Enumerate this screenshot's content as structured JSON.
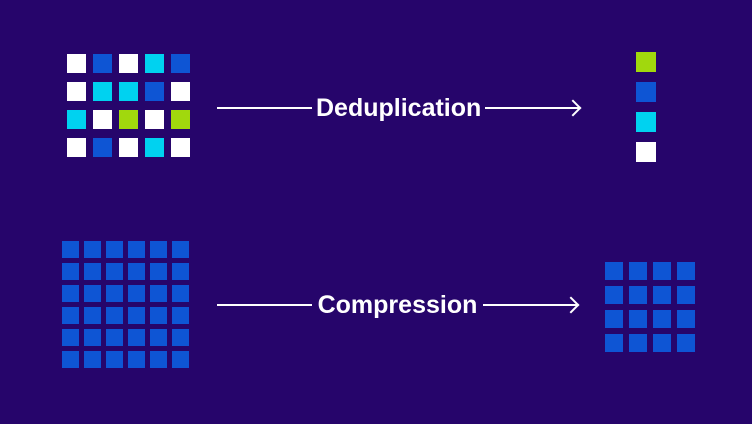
{
  "colors": {
    "background": "#26056B",
    "line_and_text": "#FFFFFF",
    "block_blue": "#0E55D4",
    "block_cyan": "#00D2F0",
    "block_green": "#A1D80D",
    "block_white": "#FFFFFF"
  },
  "palette": {
    "W": {
      "name": "white",
      "hex": "#FFFFFF"
    },
    "B": {
      "name": "blue",
      "hex": "#0E55D4"
    },
    "C": {
      "name": "cyan",
      "hex": "#00D2F0"
    },
    "G": {
      "name": "green",
      "hex": "#A1D80D"
    }
  },
  "flows": [
    {
      "label": "Deduplication",
      "source_grid": {
        "columns": 5,
        "rows": 4,
        "cells": [
          "W",
          "B",
          "W",
          "C",
          "B",
          "W",
          "C",
          "C",
          "B",
          "W",
          "C",
          "W",
          "G",
          "W",
          "G",
          "W",
          "B",
          "W",
          "C",
          "W"
        ]
      },
      "result_grid": {
        "columns": 1,
        "rows": 4,
        "cells": [
          "G",
          "B",
          "C",
          "W"
        ]
      }
    },
    {
      "label": "Compression",
      "source_grid": {
        "columns": 6,
        "rows": 6,
        "cells": [
          "B",
          "B",
          "B",
          "B",
          "B",
          "B",
          "B",
          "B",
          "B",
          "B",
          "B",
          "B",
          "B",
          "B",
          "B",
          "B",
          "B",
          "B",
          "B",
          "B",
          "B",
          "B",
          "B",
          "B",
          "B",
          "B",
          "B",
          "B",
          "B",
          "B",
          "B",
          "B",
          "B",
          "B",
          "B",
          "B"
        ]
      },
      "result_grid": {
        "columns": 4,
        "rows": 4,
        "cells": [
          "B",
          "B",
          "B",
          "B",
          "B",
          "B",
          "B",
          "B",
          "B",
          "B",
          "B",
          "B",
          "B",
          "B",
          "B",
          "B"
        ]
      }
    }
  ]
}
